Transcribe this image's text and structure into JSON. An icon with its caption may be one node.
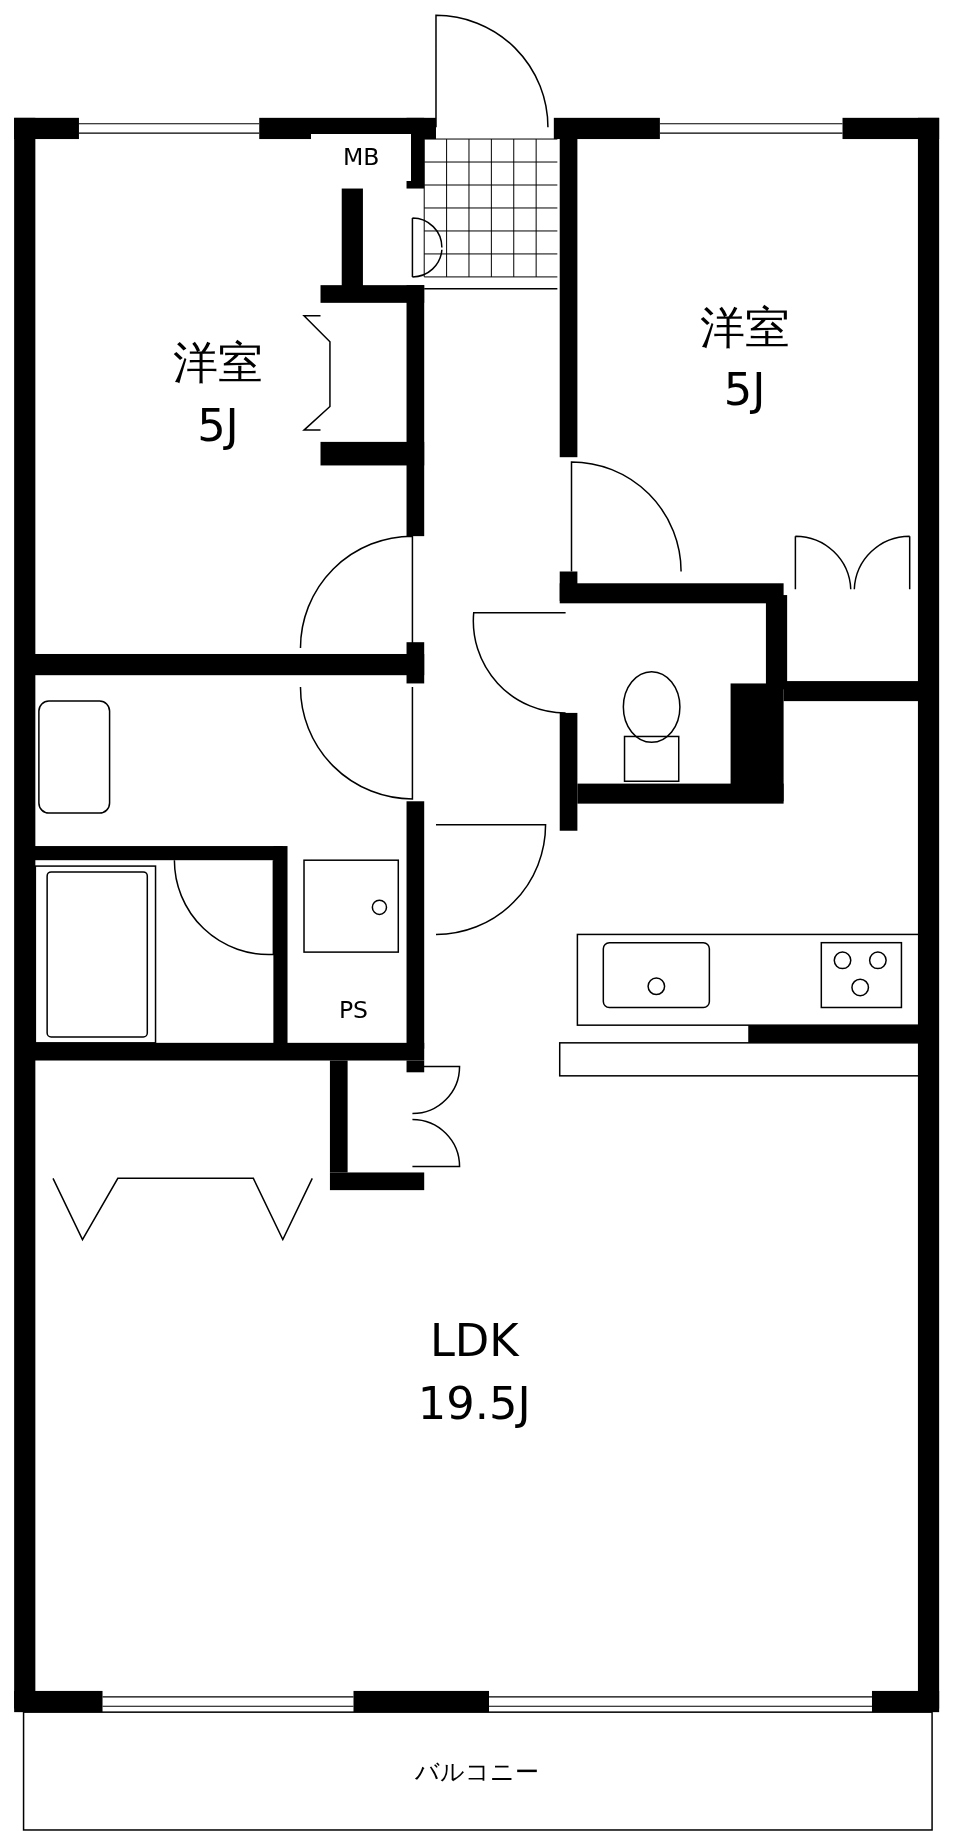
{
  "diagram": {
    "nodes": [
      {
        "text": [
          "洋室",
          "5J"
        ]
      },
      {
        "text": [
          "MB"
        ]
      },
      {
        "text": [
          "洋室",
          "5J"
        ]
      },
      {
        "text": [
          "PS"
        ]
      },
      {
        "text": [
          "LDK",
          "19.5J"
        ]
      },
      {
        "text": [
          "バルコニー"
        ]
      }
    ]
  }
}
